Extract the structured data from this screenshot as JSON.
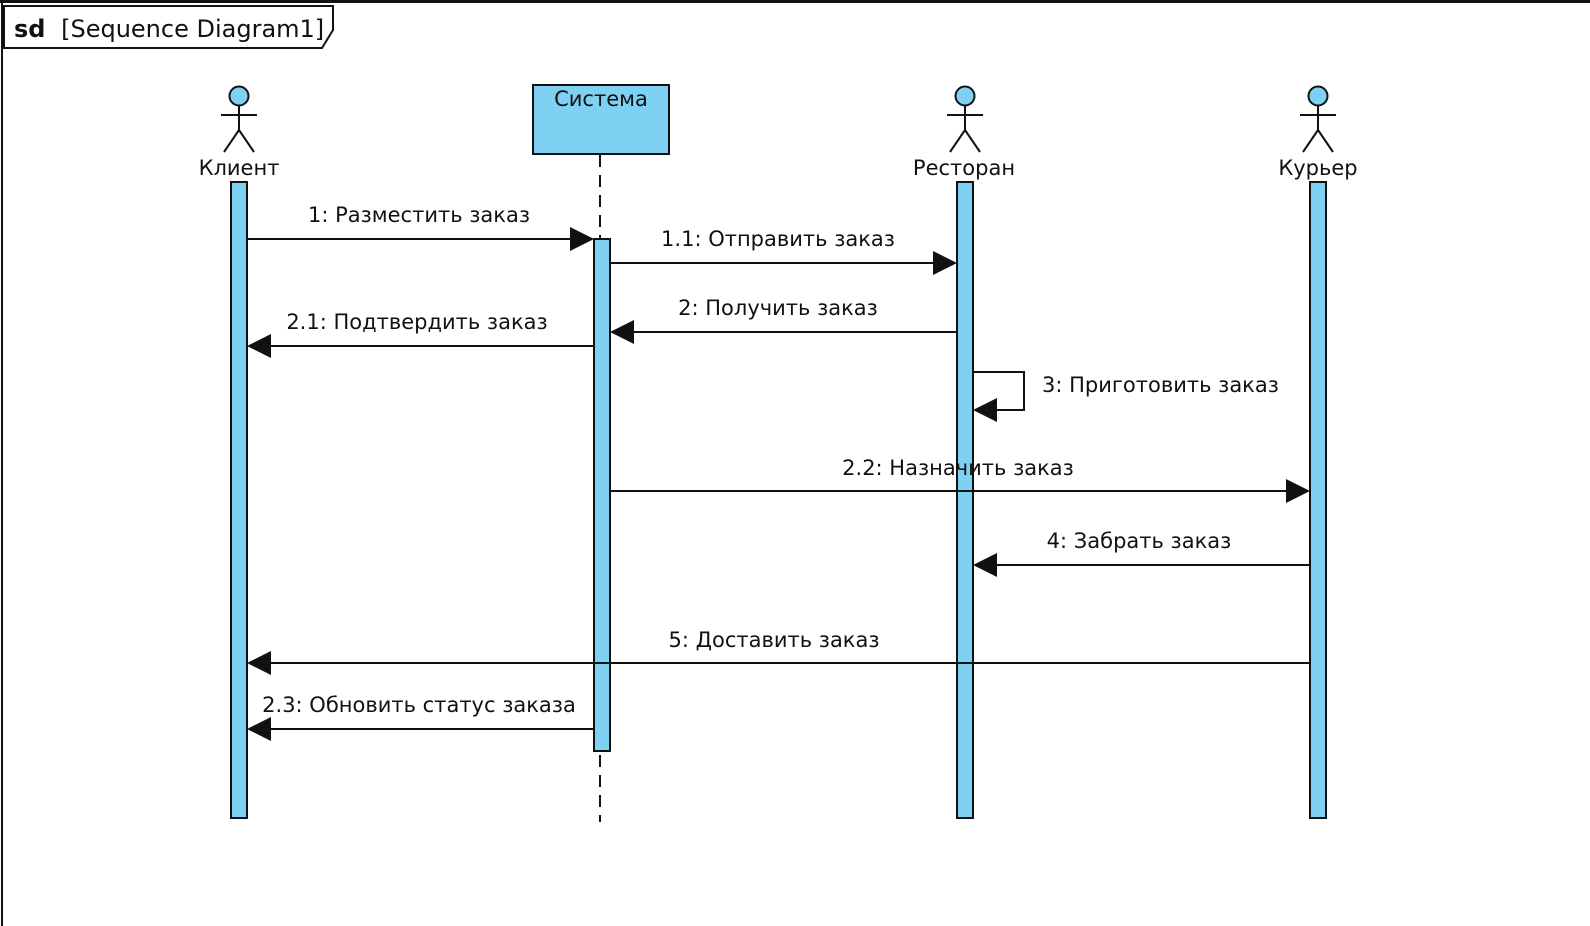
{
  "frame": {
    "keyword": "sd",
    "title": "[Sequence Diagram1]"
  },
  "colors": {
    "activation_fill": "#7fd1f3",
    "stroke": "#111111",
    "background": "#ffffff"
  },
  "lifelines": [
    {
      "id": "client",
      "label": "Клиент",
      "kind": "actor"
    },
    {
      "id": "system",
      "label": "Система",
      "kind": "object"
    },
    {
      "id": "restaurant",
      "label": "Ресторан",
      "kind": "actor"
    },
    {
      "id": "courier",
      "label": "Курьер",
      "kind": "actor"
    }
  ],
  "messages": [
    {
      "label": "1: Разместить заказ",
      "from": "client",
      "to": "system"
    },
    {
      "label": "1.1: Отправить заказ",
      "from": "system",
      "to": "restaurant"
    },
    {
      "label": "2: Получить заказ",
      "from": "restaurant",
      "to": "system"
    },
    {
      "label": "2.1: Подтвердить заказ",
      "from": "system",
      "to": "client"
    },
    {
      "label": "3: Приготовить заказ",
      "from": "restaurant",
      "to": "restaurant"
    },
    {
      "label": "2.2: Назначить заказ",
      "from": "system",
      "to": "courier"
    },
    {
      "label": "4: Забрать заказ",
      "from": "courier",
      "to": "restaurant"
    },
    {
      "label": "5: Доставить заказ",
      "from": "courier",
      "to": "client"
    },
    {
      "label": "2.3: Обновить статус заказа",
      "from": "system",
      "to": "client"
    }
  ]
}
